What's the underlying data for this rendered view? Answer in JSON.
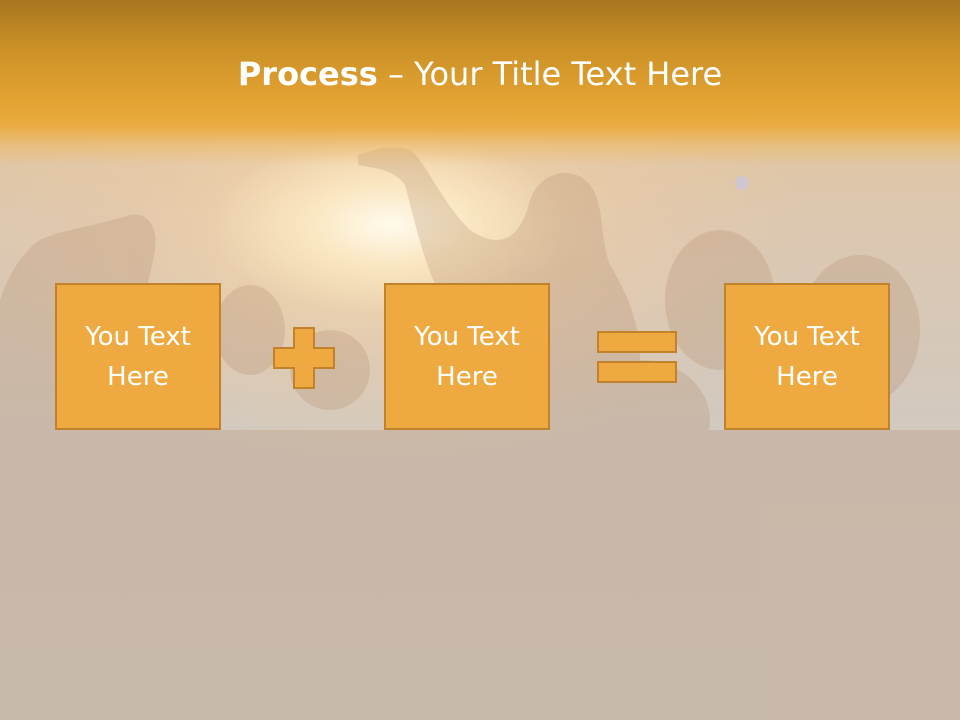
{
  "slide": {
    "title_bold": "Process",
    "title_rest": " – Your Title Text Here",
    "boxes": [
      {
        "line1": "You Text",
        "line2": "Here"
      },
      {
        "line1": "You Text",
        "line2": "Here"
      },
      {
        "line1": "You Text",
        "line2": "Here"
      }
    ],
    "operators": [
      "plus-icon",
      "equals-icon"
    ]
  },
  "colors": {
    "header": "#e3a332",
    "box_fill": "#eeaa40",
    "box_border": "#c0822a",
    "text": "#ffffff"
  }
}
